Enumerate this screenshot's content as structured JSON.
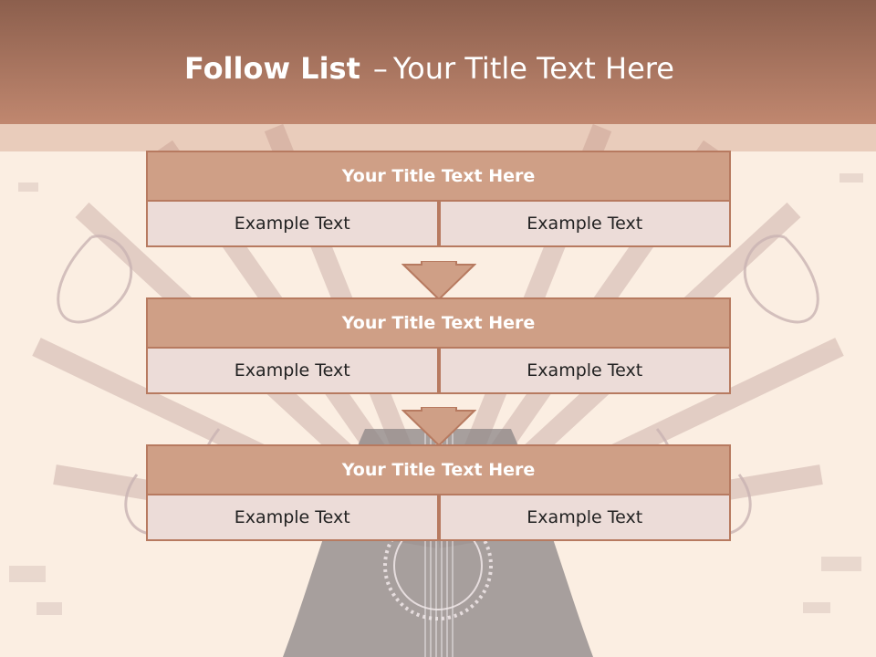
{
  "title": {
    "bold": "Follow List",
    "separator": "–",
    "rest": "Your Title Text Here"
  },
  "blocks": [
    {
      "title": "Your Title Text Here",
      "left": "Example Text",
      "right": "Example Text"
    },
    {
      "title": "Your Title Text Here",
      "left": "Example Text",
      "right": "Example Text"
    },
    {
      "title": "Your Title Text Here",
      "left": "Example Text",
      "right": "Example Text"
    }
  ],
  "colors": {
    "header": "#b27b64",
    "block_title": "#cf9f86",
    "cell": "#ecdcd8",
    "border": "#b77a60",
    "background": "#fbeee2"
  }
}
